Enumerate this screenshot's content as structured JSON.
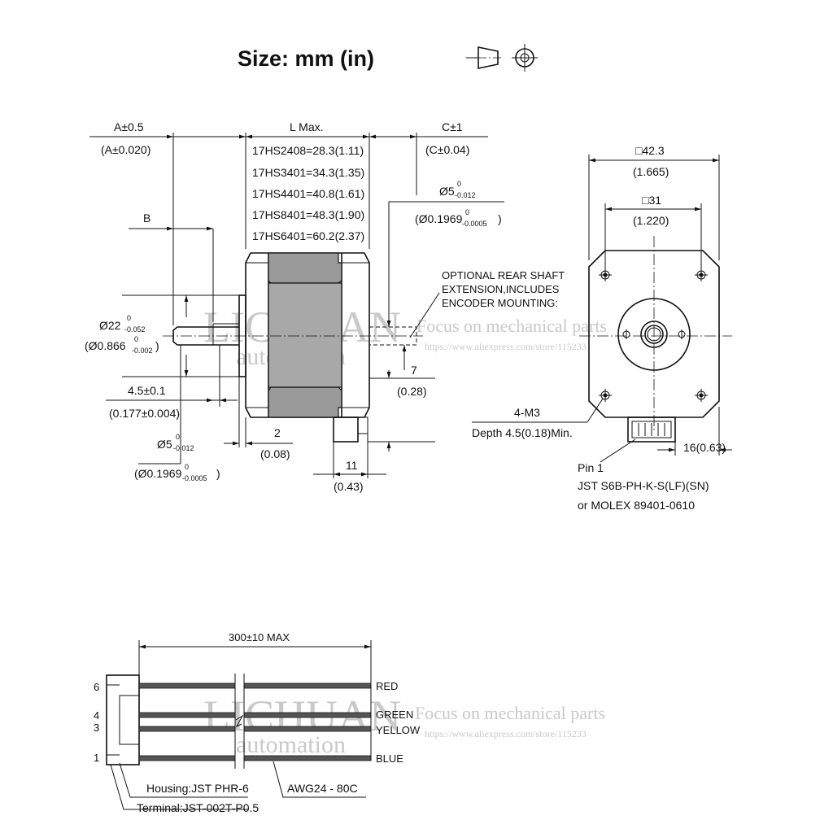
{
  "header": {
    "size_label": "Size:  mm (in)"
  },
  "side_view": {
    "dim_a": "A±0.5",
    "dim_a_in": "(A±0.020)",
    "dim_l": "L Max.",
    "models": [
      "17HS2408=28.3(1.11)",
      "17HS3401=34.3(1.35)",
      "17HS4401=40.8(1.61)",
      "17HS8401=48.3(1.90)",
      "17HS6401=60.2(2.37)"
    ],
    "dim_c": "C±1",
    "dim_c_in": "(C±0.04)",
    "rear_shaft_dia": "Ø5",
    "rear_shaft_dia_tol_top": "0",
    "rear_shaft_dia_tol_bottom": "-0.012",
    "rear_shaft_dia_in": "(Ø0.1969",
    "rear_shaft_dia_in_tol_top": "0",
    "rear_shaft_dia_in_tol_bottom": "-0.0005",
    "rear_shaft_dia_in_close": ")",
    "dim_b": "B",
    "rear_shaft_note": [
      "OPTIONAL REAR SHAFT",
      "EXTENSION,INCLUDES",
      "ENCODER MOUNTING:"
    ],
    "boss_dia": "Ø22",
    "boss_dia_tol_top": "0",
    "boss_dia_tol_bottom": "-0.052",
    "boss_dia_in": "(Ø0.866",
    "boss_dia_in_tol_top": "0",
    "boss_dia_in_tol_bottom": "-0.002",
    "boss_dia_in_close": ")",
    "flat_depth": "4.5±0.1",
    "flat_depth_in": "(0.177±0.004)",
    "shaft_dia": "Ø5",
    "shaft_dia_tol_top": "0",
    "shaft_dia_tol_bottom": "-0.012",
    "shaft_dia_in": "(Ø0.1969",
    "shaft_dia_in_tol_top": "0",
    "shaft_dia_in_tol_bottom": "-0.0005",
    "shaft_dia_in_close": ")",
    "boss_height": "2",
    "boss_height_in": "(0.08)",
    "conn_height": "7",
    "conn_height_in": "(0.28)",
    "conn_width": "11",
    "conn_width_in": "(0.43)"
  },
  "front_view": {
    "square_outer": "□42.3",
    "square_outer_in": "(1.665)",
    "square_holes": "□31",
    "square_holes_in": "(1.220)",
    "holes": "4-M3",
    "holes_depth": "Depth 4.5(0.18)Min.",
    "conn_offset": "16(0.63)",
    "pin1": "Pin 1",
    "connector": "JST S6B-PH-K-S(LF)(SN)",
    "connector_alt": "or MOLEX 89401-0610"
  },
  "cable": {
    "length": "300±10 MAX",
    "pin_numbers": [
      "6",
      "4",
      "3",
      "1"
    ],
    "wires": [
      "RED",
      "GREEN",
      "YELLOW",
      "BLUE"
    ],
    "housing": "Housing:JST PHR-6",
    "terminal": "Terminal:JST-002T-P0.5",
    "wire_spec": "AWG24 - 80C"
  },
  "watermark": {
    "brand": "LICHUAN",
    "sub": "automation",
    "slogan": "Focus on mechanical parts",
    "url": "https://www.aliexpress.com/store/115233"
  }
}
